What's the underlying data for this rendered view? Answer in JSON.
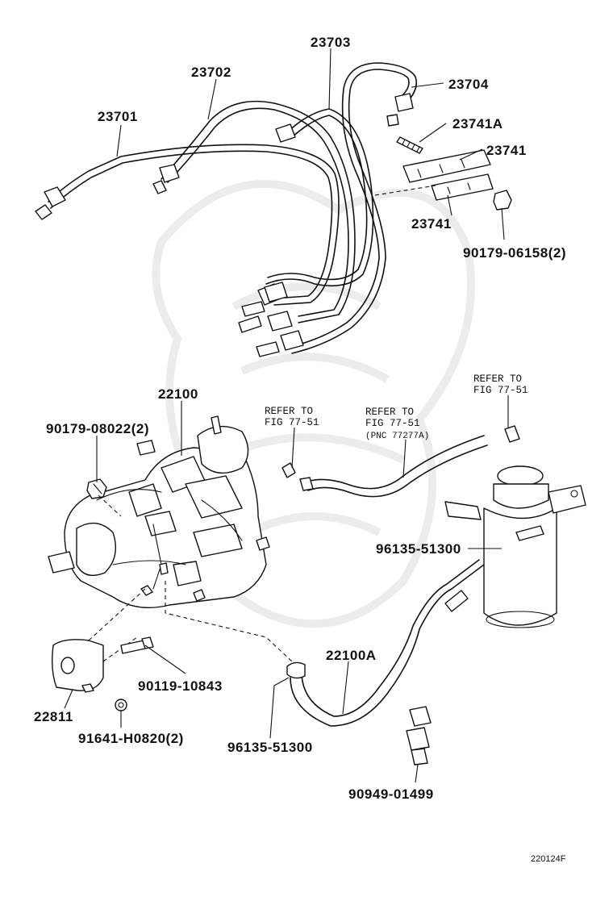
{
  "labels": {
    "p23703": "23703",
    "p23702": "23702",
    "p23701": "23701",
    "p23704": "23704",
    "p23741A": "23741A",
    "p23741_upper": "23741",
    "p23741_lower": "23741",
    "p90179_06158": "90179-06158(2)",
    "p22100": "22100",
    "p90179_08022": "90179-08022(2)",
    "p96135_51300_right": "96135-51300",
    "p22100A": "22100A",
    "p90119_10843": "90119-10843",
    "p22811": "22811",
    "p91641_H0820": "91641-H0820(2)",
    "p96135_51300_bottom": "96135-51300",
    "p90949_01499": "90949-01499"
  },
  "references": {
    "ref_left": {
      "line1": "REFER TO",
      "line2": "FIG 77-51"
    },
    "ref_mid": {
      "line1": "REFER TO",
      "line2": "FIG 77-51",
      "line3": "(PNC 77277A)"
    },
    "ref_right": {
      "line1": "REFER TO",
      "line2": "FIG 77-51"
    }
  },
  "footer": {
    "figure_code": "220124F"
  },
  "colors": {
    "ink": "#111111",
    "paper": "#ffffff",
    "watermark": "#ececec"
  }
}
